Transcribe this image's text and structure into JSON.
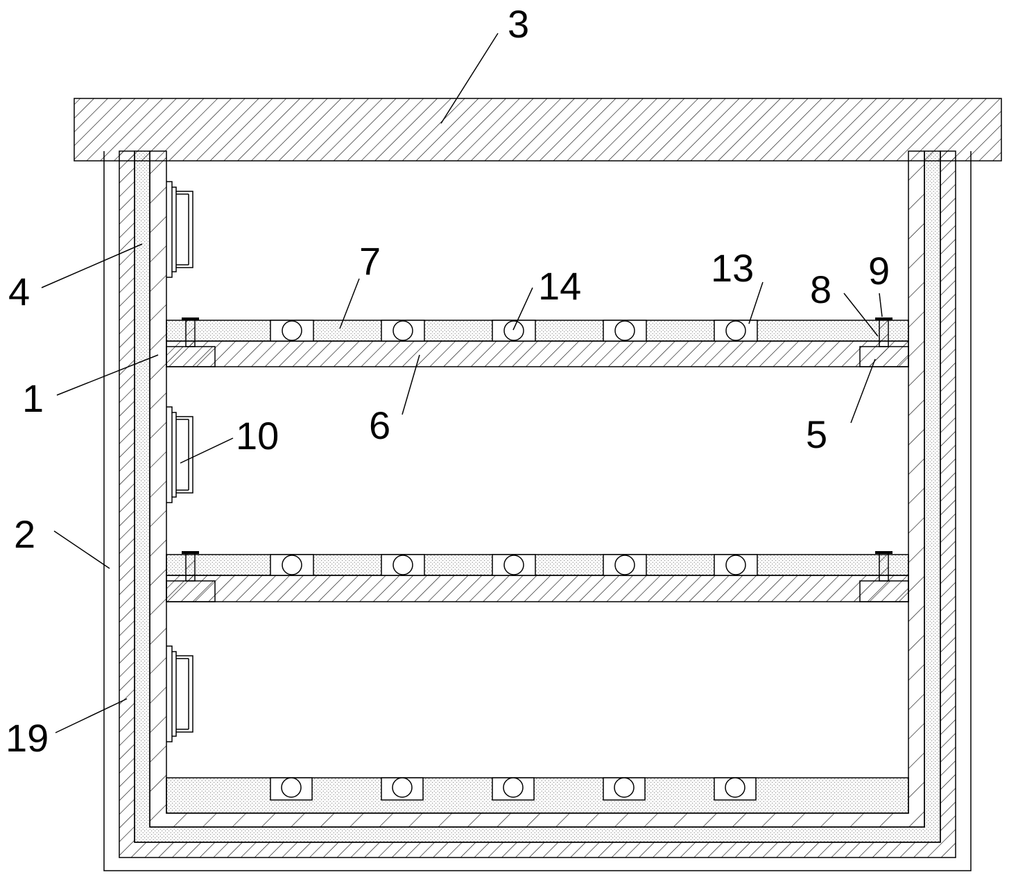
{
  "labels": {
    "l1": "1",
    "l2": "2",
    "l3": "3",
    "l4": "4",
    "l5": "5",
    "l6": "6",
    "l7": "7",
    "l8": "8",
    "l9": "9",
    "l10": "10",
    "l13": "13",
    "l14": "14",
    "l19": "19"
  },
  "colors": {
    "line": "#000000",
    "background": "#ffffff",
    "stipple": "#555555"
  }
}
